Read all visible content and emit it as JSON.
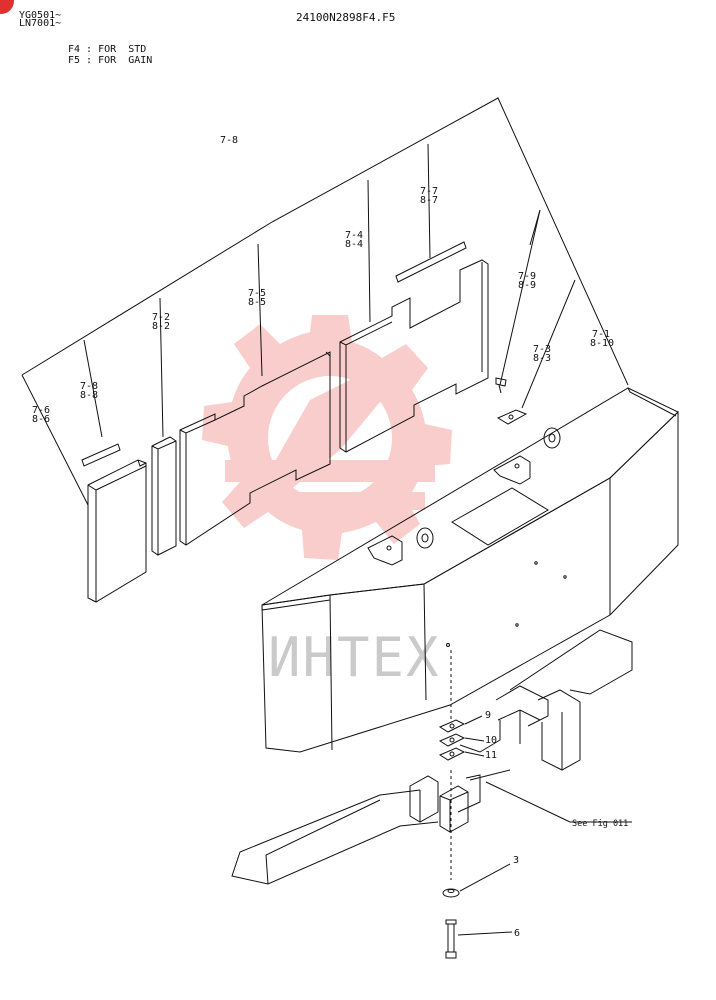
{
  "header": {
    "serial_1": "YG0501~",
    "serial_2": "LN7001~",
    "drawing_code": "24100N2898F4.F5",
    "legend": [
      {
        "code": "F4",
        "text": "F4 : FOR  STD"
      },
      {
        "code": "F5",
        "text": "F5 : FOR  GAIN"
      }
    ]
  },
  "callouts": {
    "c_7_8": [
      "7-8"
    ],
    "c_7_7": [
      "7-7",
      "8-7"
    ],
    "c_7_4": [
      "7-4",
      "8-4"
    ],
    "c_7_9": [
      "7-9",
      "8-9"
    ],
    "c_7_5": [
      "7-5",
      "8-5"
    ],
    "c_7_2": [
      "7-2",
      "8-2"
    ],
    "c_7_3": [
      "7-3",
      "8-3"
    ],
    "c_7_1": [
      "7-1",
      "8-10"
    ],
    "c_7_8b": [
      "7-8",
      "8-8"
    ],
    "c_7_6": [
      "7-6",
      "8-6"
    ],
    "c_9": [
      "9"
    ],
    "c_10": [
      "10"
    ],
    "c_11": [
      "11"
    ],
    "c_3": [
      "3"
    ],
    "c_6": [
      "6"
    ]
  },
  "reference": "See Fig 011",
  "watermark": {
    "text": "ИНТЕХ",
    "color": "#e8201c"
  },
  "colors": {
    "badge": "#e03030",
    "ink": "#111111"
  }
}
